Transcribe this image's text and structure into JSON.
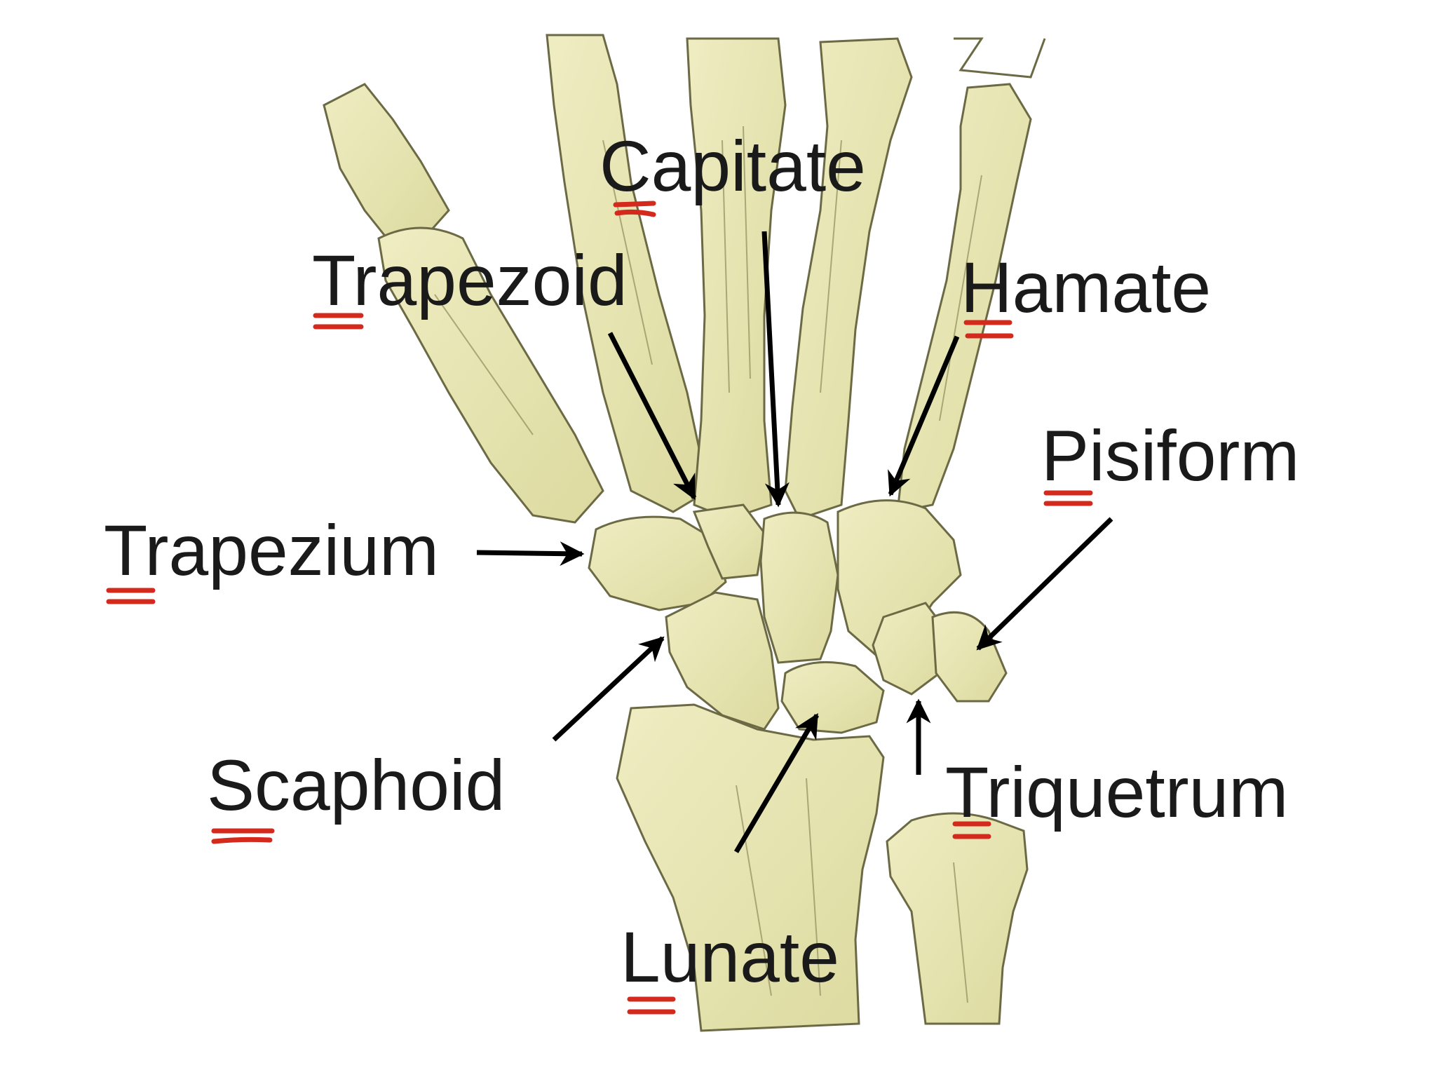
{
  "colors": {
    "background": "#ffffff",
    "bone_fill": "#e9e7b5",
    "bone_shade": "#d6d49a",
    "bone_outline": "#6b6a45",
    "label_text": "#1a1a1a",
    "arrow": "#000000",
    "underline_marks": "#d42a1e"
  },
  "labels": {
    "capitate": "Capitate",
    "trapezoid": "Trapezoid",
    "hamate": "Hamate",
    "pisiform": "Pisiform",
    "trapezium": "Trapezium",
    "scaphoid": "Scaphoid",
    "triquetrum": "Triquetrum",
    "lunate": "Lunate"
  }
}
